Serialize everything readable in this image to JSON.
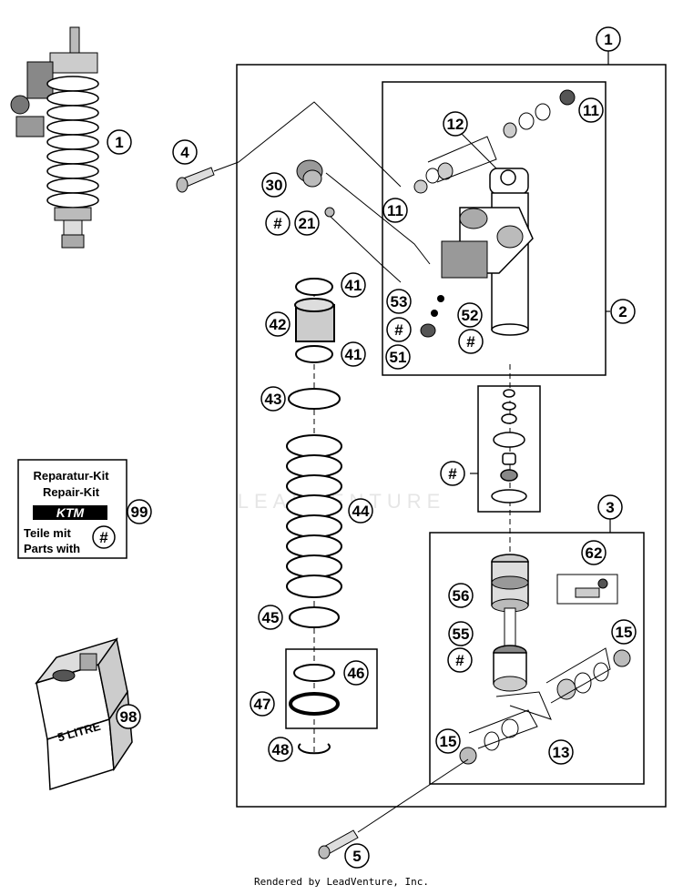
{
  "watermark": "LEADVENTURE",
  "footer": "Rendered by LeadVenture, Inc.",
  "kit_box": {
    "line1": "Reparatur-Kit",
    "line2": "Repair-Kit",
    "brand": "KTM",
    "line3": "Teile mit",
    "line4": "Parts with",
    "symbol": "#"
  },
  "bottle_label": "5 LITRE",
  "callouts": {
    "c1_top": "1",
    "c1_left": "1",
    "c2": "2",
    "c3": "3",
    "c4": "4",
    "c5": "5",
    "c11_a": "11",
    "c11_b": "11",
    "c12": "12",
    "c13": "13",
    "c15_a": "15",
    "c15_b": "15",
    "c21": "21",
    "c30": "30",
    "c41_a": "41",
    "c41_b": "41",
    "c42": "42",
    "c43": "43",
    "c44": "44",
    "c45": "45",
    "c46": "46",
    "c47": "47",
    "c48": "48",
    "c51": "51",
    "c52": "52",
    "c53": "53",
    "c55": "55",
    "c56": "56",
    "c62": "62",
    "c98": "98",
    "c99": "99",
    "h21": "#",
    "h52": "#",
    "h53": "#",
    "h55": "#",
    "hkit": "#"
  }
}
